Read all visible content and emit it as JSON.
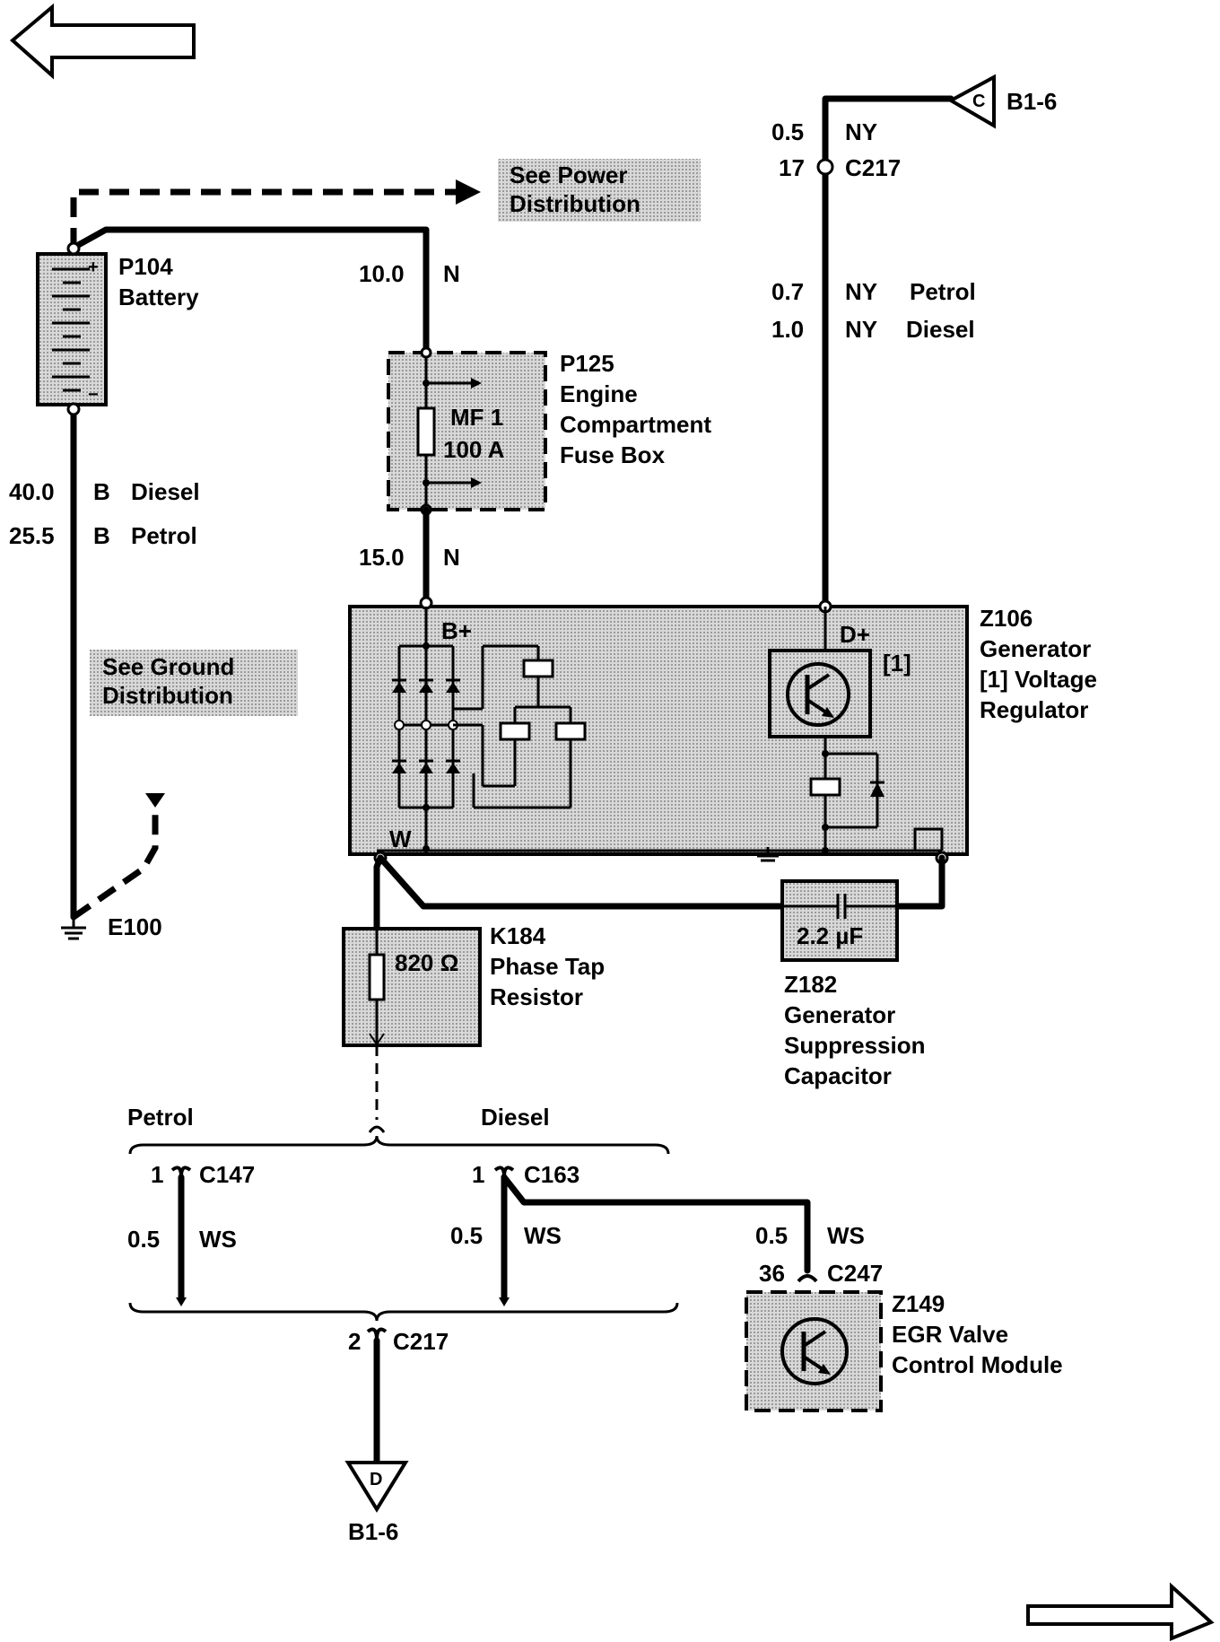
{
  "components": {
    "battery": {
      "id": "P104",
      "name": "Battery"
    },
    "fusebox": {
      "id": "P125",
      "name_lines": [
        "Engine",
        "Compartment",
        "Fuse Box"
      ],
      "fuse_id": "MF 1",
      "fuse_rating": "100 A"
    },
    "generator": {
      "id": "Z106",
      "name": "Generator",
      "sub_lines": [
        "[1]  Voltage",
        "Regulator"
      ],
      "terminal_bplus": "B+",
      "terminal_dplus": "D+",
      "terminal_w": "W",
      "regulator_ref": "[1]"
    },
    "resistor": {
      "id": "K184",
      "name_lines": [
        "Phase Tap",
        "Resistor"
      ],
      "value": "820 Ω"
    },
    "capacitor": {
      "id": "Z182",
      "name_lines": [
        "Generator",
        "Suppression",
        "Capacitor"
      ],
      "value": "2.2 µF"
    },
    "egr": {
      "id": "Z149",
      "name_lines": [
        "EGR Valve",
        "Control Module"
      ]
    },
    "ground": {
      "id": "E100"
    }
  },
  "references": {
    "power": [
      "See Power",
      "Distribution"
    ],
    "ground": [
      "See Ground",
      "Distribution"
    ],
    "top_connector": {
      "letter": "C",
      "ref": "B1-6"
    },
    "bottom_connector": {
      "letter": "D",
      "ref": "B1-6"
    }
  },
  "wires": {
    "top_right": {
      "size": "0.5",
      "color": "NY"
    },
    "c217_top": {
      "pin": "17",
      "connector": "C217"
    },
    "nyp": {
      "size": "0.7",
      "color": "NY",
      "variant": "Petrol"
    },
    "nyd": {
      "size": "1.0",
      "color": "NY",
      "variant": "Diesel"
    },
    "n_upper": {
      "size": "10.0",
      "color": "N"
    },
    "n_lower": {
      "size": "15.0",
      "color": "N"
    },
    "b_diesel": {
      "size": "40.0",
      "color": "B",
      "variant": "Diesel"
    },
    "b_petrol": {
      "size": "25.5",
      "color": "B",
      "variant": "Petrol"
    },
    "petrol_label": "Petrol",
    "diesel_label": "Diesel",
    "c147": {
      "pin": "1",
      "connector": "C147",
      "size": "0.5",
      "color": "WS"
    },
    "c163": {
      "pin": "1",
      "connector": "C163",
      "size": "0.5",
      "color": "WS"
    },
    "c247": {
      "pin": "36",
      "connector": "C247",
      "size": "0.5",
      "color": "WS"
    },
    "c217_bottom": {
      "pin": "2",
      "connector": "C217"
    }
  }
}
